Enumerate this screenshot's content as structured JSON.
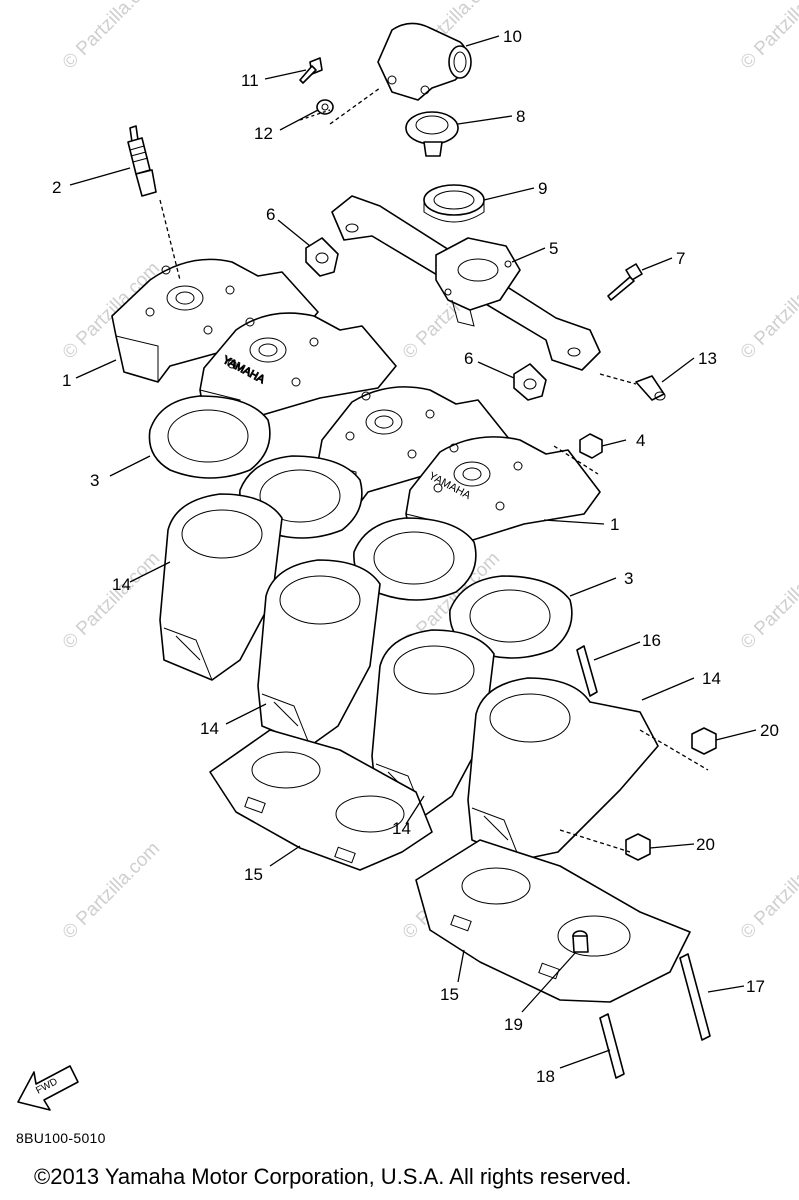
{
  "watermark": "© Partzilla.com",
  "brand_mark": "YAMAHA",
  "fwd_label": "FWD",
  "drawing_number": "8BU100-5010",
  "copyright": "©2013  Yamaha Motor Corporation, U.S.A. All rights reserved.",
  "callouts": [
    {
      "id": "c10",
      "label": "10"
    },
    {
      "id": "c11",
      "label": "11"
    },
    {
      "id": "c8",
      "label": "8"
    },
    {
      "id": "c12",
      "label": "12"
    },
    {
      "id": "c2",
      "label": "2"
    },
    {
      "id": "c9",
      "label": "9"
    },
    {
      "id": "c6a",
      "label": "6"
    },
    {
      "id": "c5",
      "label": "5"
    },
    {
      "id": "c7",
      "label": "7"
    },
    {
      "id": "c6b",
      "label": "6"
    },
    {
      "id": "c13",
      "label": "13"
    },
    {
      "id": "c1a",
      "label": "1"
    },
    {
      "id": "c4",
      "label": "4"
    },
    {
      "id": "c3a",
      "label": "3"
    },
    {
      "id": "c1b",
      "label": "1"
    },
    {
      "id": "c14a",
      "label": "14"
    },
    {
      "id": "c3b",
      "label": "3"
    },
    {
      "id": "c16",
      "label": "16"
    },
    {
      "id": "c14b",
      "label": "14"
    },
    {
      "id": "c14c",
      "label": "14"
    },
    {
      "id": "c20a",
      "label": "20"
    },
    {
      "id": "c14d",
      "label": "14"
    },
    {
      "id": "c20b",
      "label": "20"
    },
    {
      "id": "c15a",
      "label": "15"
    },
    {
      "id": "c15b",
      "label": "15"
    },
    {
      "id": "c17",
      "label": "17"
    },
    {
      "id": "c19",
      "label": "19"
    },
    {
      "id": "c18",
      "label": "18"
    }
  ]
}
